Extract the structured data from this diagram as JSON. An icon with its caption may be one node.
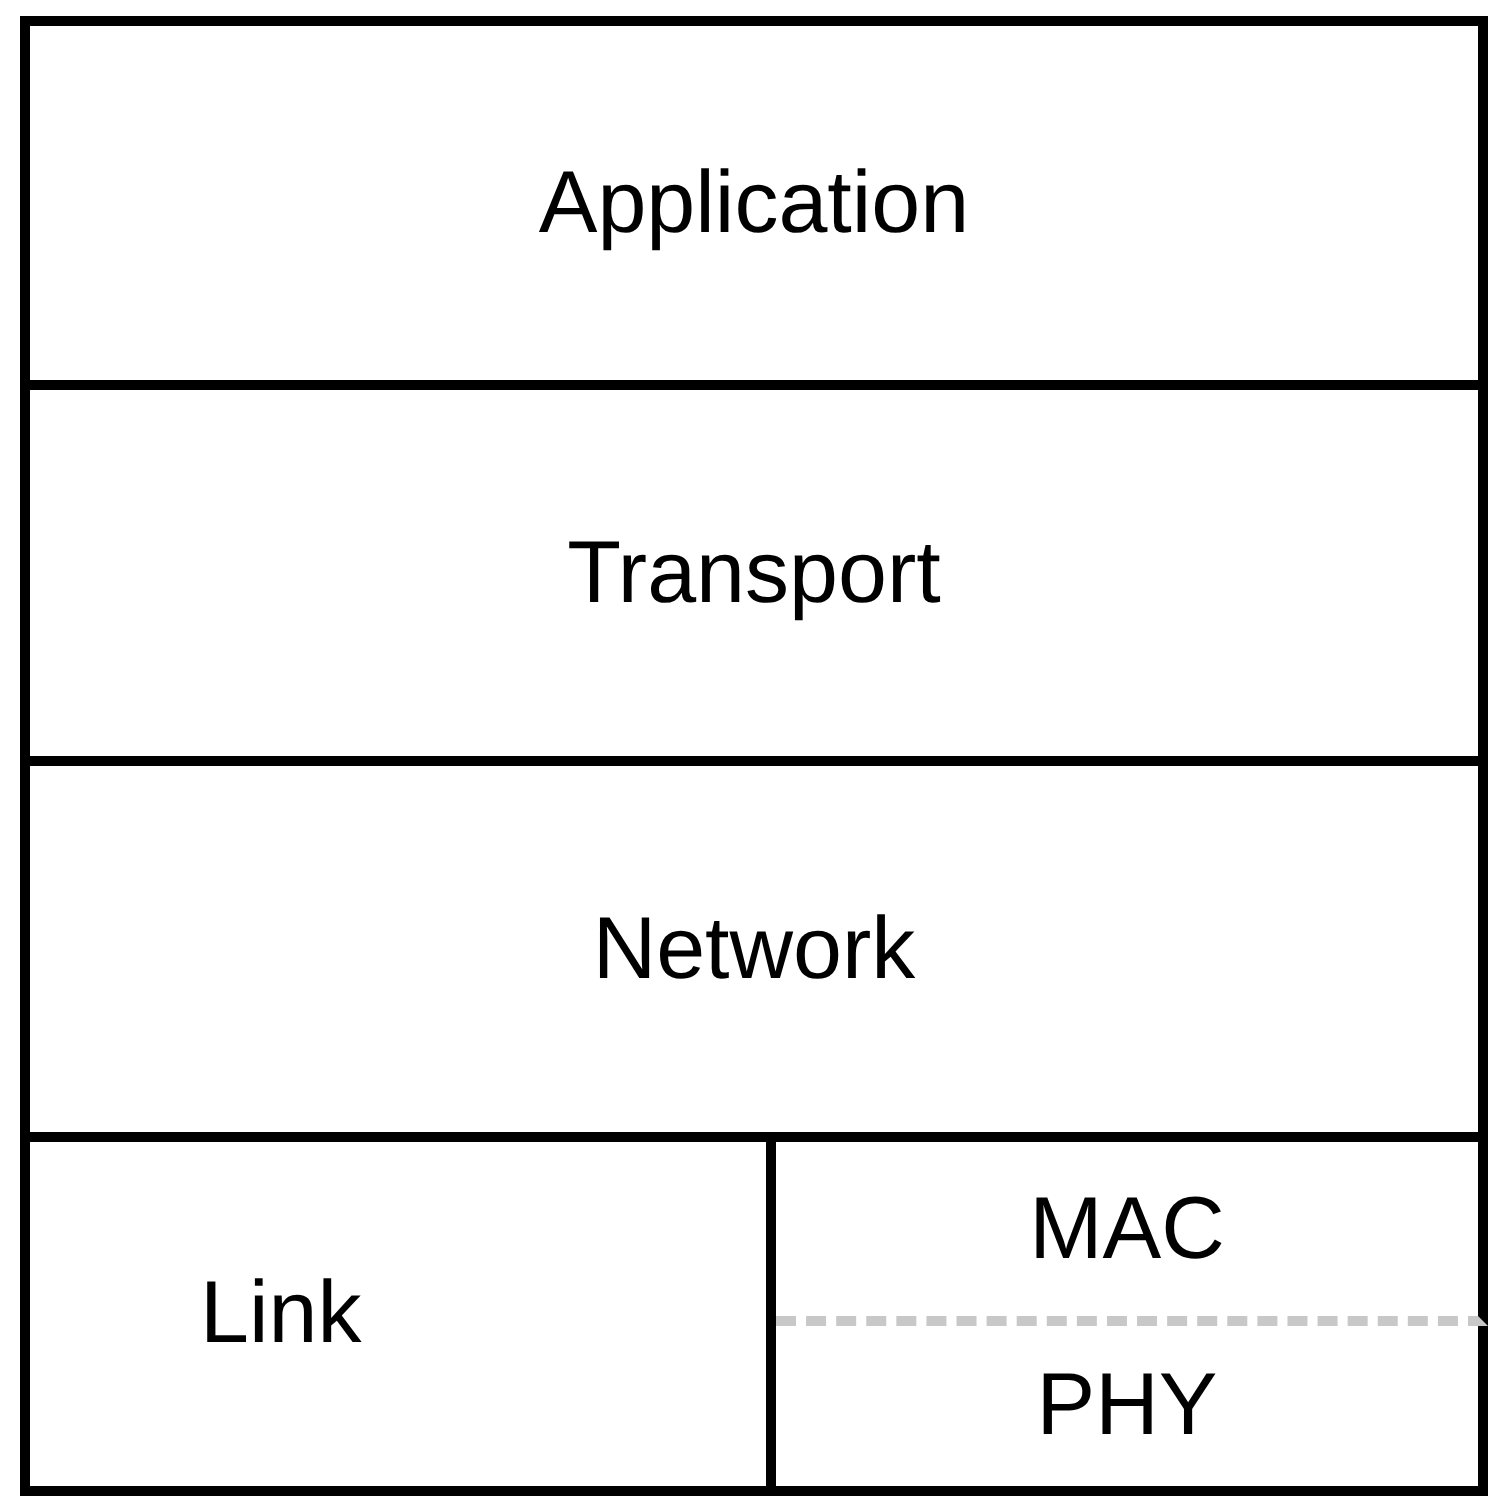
{
  "diagram": {
    "nodes": [
      {
        "text": [
          "Application"
        ]
      },
      {
        "text": [
          "Transport"
        ]
      },
      {
        "text": [
          "Network"
        ]
      },
      {
        "text": [
          "Link"
        ]
      },
      {
        "text": [
          "MAC"
        ]
      },
      {
        "text": [
          "PHY"
        ]
      }
    ]
  }
}
